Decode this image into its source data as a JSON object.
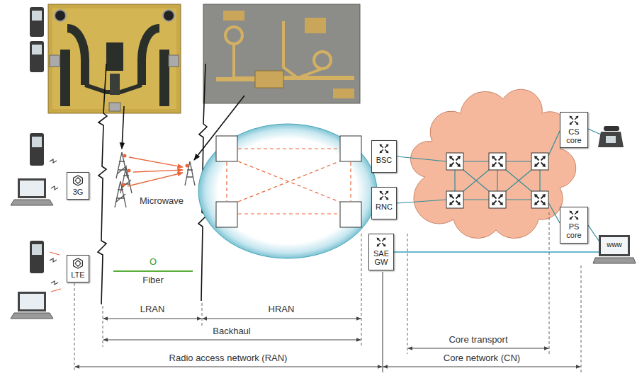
{
  "diagram": {
    "nodes": [
      {
        "text": [
          "3G"
        ]
      },
      {
        "text": [
          "LTE"
        ]
      },
      {
        "text": [
          "BSC"
        ]
      },
      {
        "text": [
          "RNC"
        ]
      },
      {
        "text": [
          "SAE GW"
        ]
      },
      {
        "text": [
          "CS core"
        ]
      },
      {
        "text": [
          "PS core"
        ]
      }
    ],
    "labels": [
      "Microwave",
      "O",
      "Fiber",
      "LRAN",
      "HRAN",
      "Backhaul",
      "Radio access network (RAN)",
      "Core transport",
      "Core network (CN)",
      "www"
    ]
  }
}
